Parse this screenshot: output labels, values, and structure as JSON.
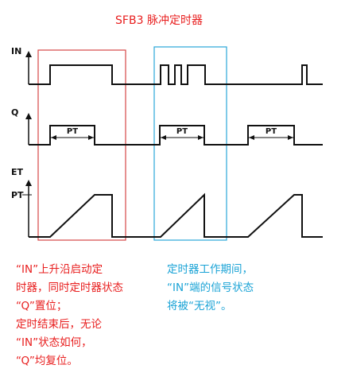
{
  "title": "SFB3 脉冲定时器",
  "signals": {
    "in_label": "IN",
    "q_label": "Q",
    "et_label": "ET",
    "pt_axis_label": "PT",
    "pt_duration_label": "PT"
  },
  "colors": {
    "title": "#e81e1e",
    "signal_line": "#111111",
    "left_box": "#d64545",
    "right_box": "#2aa6d8",
    "left_note": "#e81e1e",
    "right_note": "#1aa3d6"
  },
  "notes": {
    "left": [
      "“IN”上升沿启动定",
      "时器，同时定时器状态",
      "“Q”置位；",
      "定时结束后，无论",
      "“IN”状态如何，",
      "“Q”均复位。"
    ],
    "right": [
      "定时器工作期间，",
      "“IN”端的信号状态",
      "将被“无视”。"
    ]
  }
}
